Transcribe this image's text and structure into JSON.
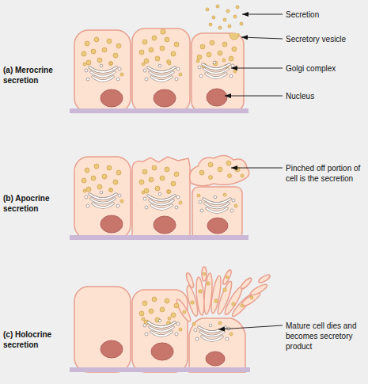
{
  "diagram": {
    "labels": [
      "Secretion",
      "Secretory vesicle",
      "(a) Merocrine secretion",
      "Golgi complex",
      "Nucleus",
      "Pinched off portion of cell is the secretion",
      "(b) Apocrine secretion",
      "Mature cell dies and becomes secretory product",
      "(c) Holocrine secretion"
    ]
  }
}
